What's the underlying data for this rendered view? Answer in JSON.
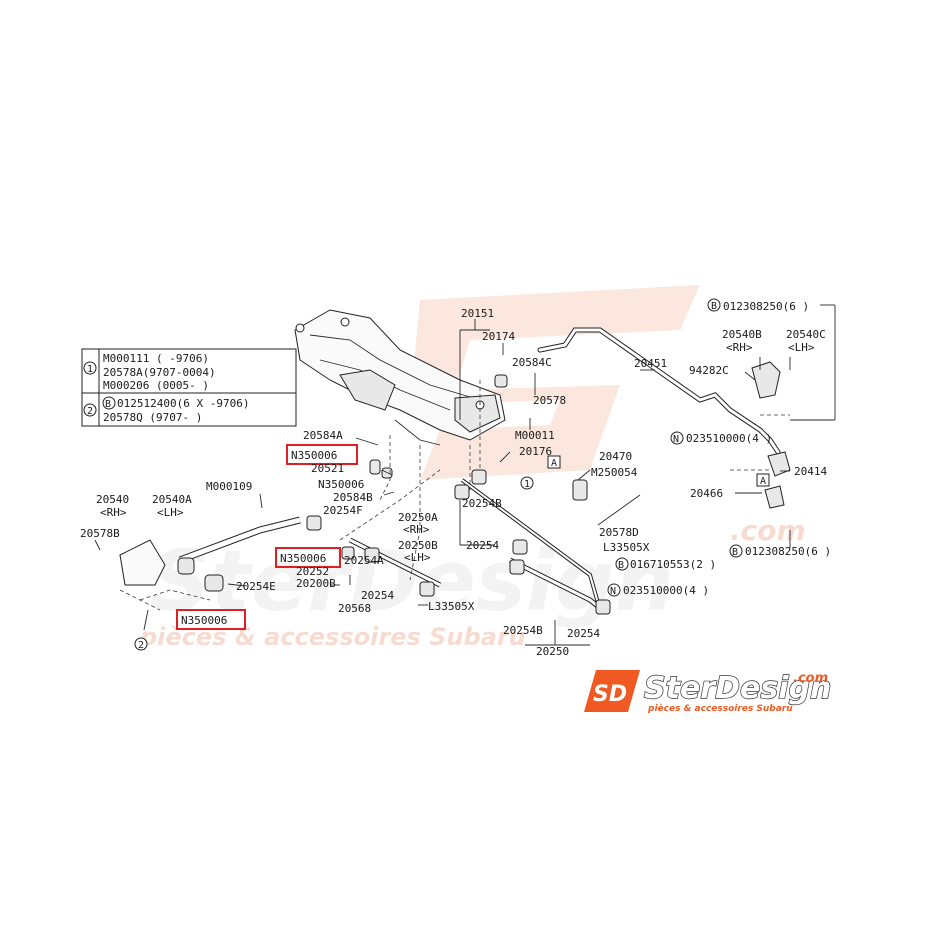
{
  "legend": {
    "row1": {
      "marker": "1",
      "lines": [
        "M000111 (       -9706)",
        "20578A(9707-0004)",
        "M000206 (0005-        )"
      ]
    },
    "row2": {
      "marker": "2",
      "bolt_marker": "B",
      "lines": [
        "012512400(6  X      -9706)",
        "20578Q           (9707-       )"
      ]
    }
  },
  "labels": {
    "p20151": "20151",
    "p20174": "20174",
    "p20584C": "20584C",
    "p20578": "20578",
    "pM00011": "M00011",
    "p20176": "20176",
    "p20451": "20451",
    "pB012308250_top": "012308250(6  )",
    "p20540B": "20540B",
    "p20540C": "20540C",
    "pRH_1": "<RH>",
    "pLH_1": "<LH>",
    "p94282C": "94282C",
    "pN023510000_top": "023510000(4  )",
    "p20414": "20414",
    "p20466": "20466",
    "pB012308250_bot": "012308250(6  )",
    "p20470": "20470",
    "pM250054": "M250054",
    "p20578D": "20578D",
    "pL33505X_1": "L33505X",
    "pB016710553": "016710553(2  )",
    "pN023510000_bot": "023510000(4  )",
    "p20254_r": "20254",
    "p20254B_r": "20254B",
    "p20250_b": "20250",
    "p20584A": "20584A",
    "pN350006_hl1": "N350006",
    "p20521": "20521",
    "pN350006_p": "N350006",
    "p20584B": "20584B",
    "p20254F": "20254F",
    "p20254B_c": "20254B",
    "p20250A": "20250A",
    "pRH_2": "<RH>",
    "p20250B": "20250B",
    "pLH_2": "<LH>",
    "p20254_c": "20254",
    "pN350006_hl2": "N350006",
    "p20252": "20252",
    "p20254A": "20254A",
    "p20200B": "20200B",
    "p20254_d": "20254",
    "p20568": "20568",
    "pL33505X_2": "L33505X",
    "pM000109": "M000109",
    "p20540": "20540",
    "p20540A": "20540A",
    "pRH_3": "<RH>",
    "pLH_3": "<LH>",
    "p20578B": "20578B",
    "p20254E": "20254E",
    "pN350006_hl3": "N350006",
    "circle1": "1",
    "circle2": "2",
    "boxA": "A",
    "markB": "B",
    "markN": "N"
  },
  "watermark": {
    "text1": "SterDesign",
    "text2": "pièces & accessoires Subaru",
    "text3": ".com"
  },
  "brand": {
    "name": "SterDesign",
    "tld": ".com",
    "tagline": "pièces & accessoires Subaru",
    "logo_letters": "SD"
  },
  "colors": {
    "highlight": "#e02020",
    "brand_orange": "#f05a22",
    "watermark": "#f4c8b8"
  }
}
